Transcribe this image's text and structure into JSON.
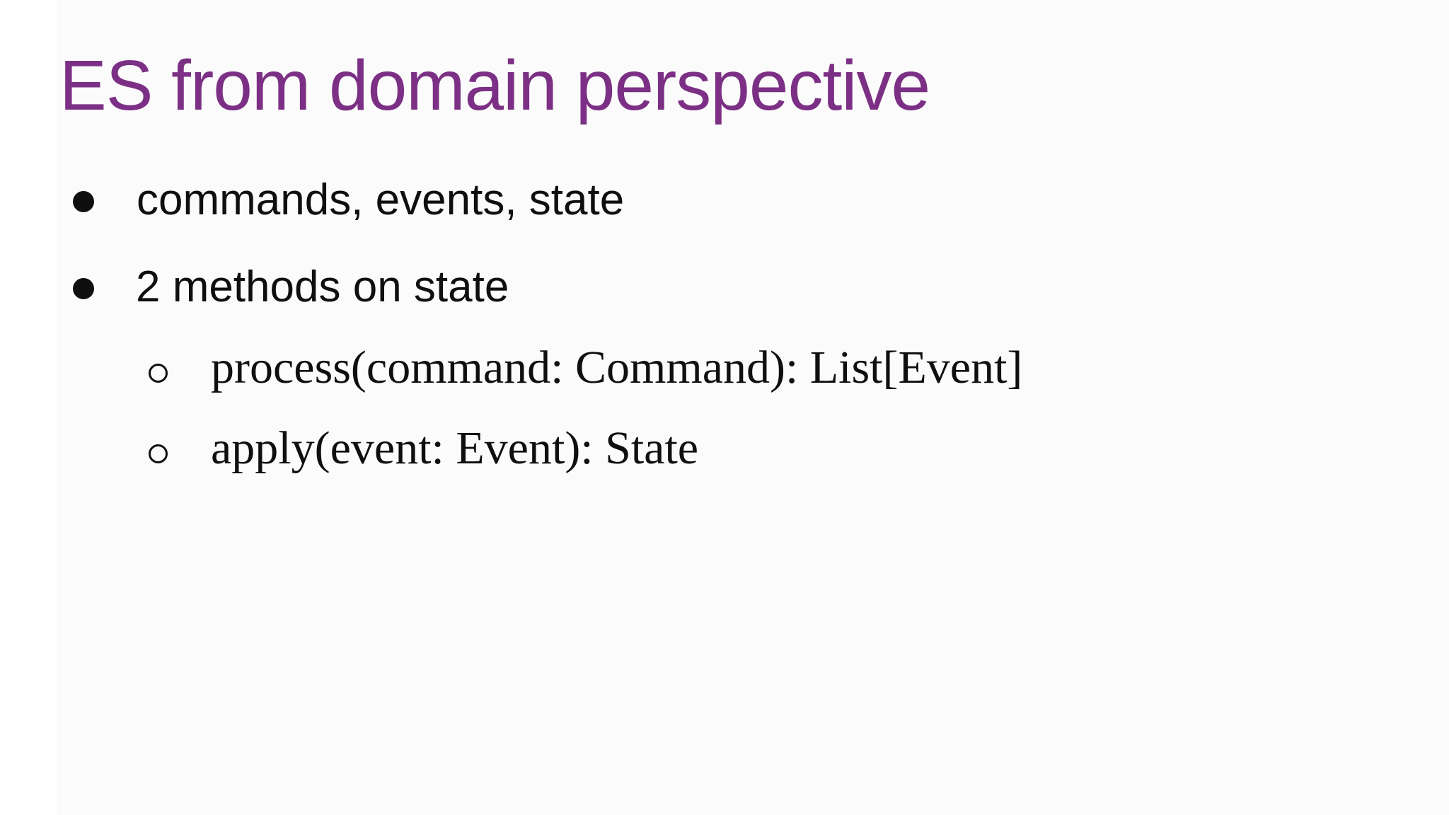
{
  "slide": {
    "title": {
      "text": "ES from domain perspective"
    },
    "bullets": [
      {
        "level": 1,
        "marker": "filled-dot",
        "text": "commands, events, state"
      },
      {
        "level": 1,
        "marker": "filled-dot",
        "text": "2 methods on state"
      },
      {
        "level": 2,
        "marker": "hollow-circle",
        "text": "process(command: Command): List[Event]"
      },
      {
        "level": 2,
        "marker": "hollow-circle",
        "text": "apply(event: Event): State"
      }
    ],
    "colors": {
      "background": "#fbfbfb",
      "strip": "#ffffff",
      "title": "#7c3085",
      "text": "#0f0f0f"
    }
  }
}
